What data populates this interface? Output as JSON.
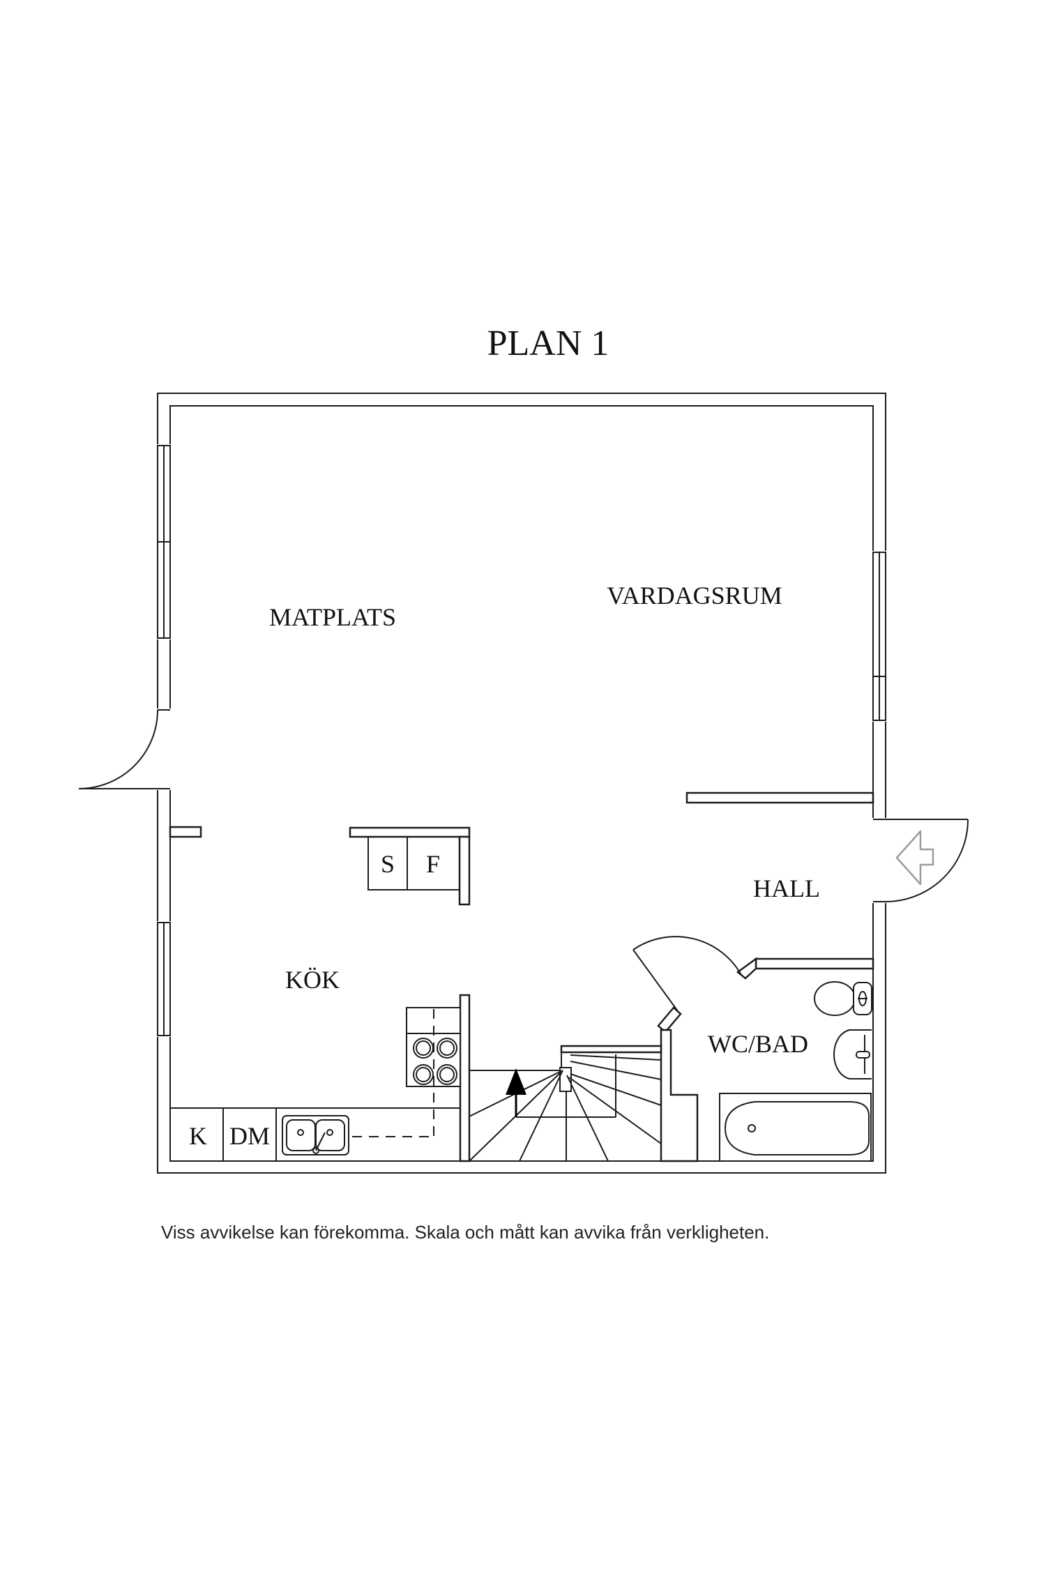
{
  "title": "PLAN 1",
  "disclaimer": "Viss avvikelse kan förekomma. Skala och mått kan avvika från verkligheten.",
  "rooms": {
    "matplats": {
      "label": "MATPLATS"
    },
    "vardagsrum": {
      "label": "VARDAGSRUM"
    },
    "hall": {
      "label": "HALL"
    },
    "kok": {
      "label": "KÖK"
    },
    "wcbad": {
      "label": "WC/BAD"
    }
  },
  "fixtures": {
    "closet_s": "S",
    "closet_f": "F",
    "appliance_k": "K",
    "appliance_dm": "DM"
  },
  "colors": {
    "line": "#1c1c1c",
    "entry_arrow": "#9c9c9c",
    "background": "#ffffff"
  }
}
